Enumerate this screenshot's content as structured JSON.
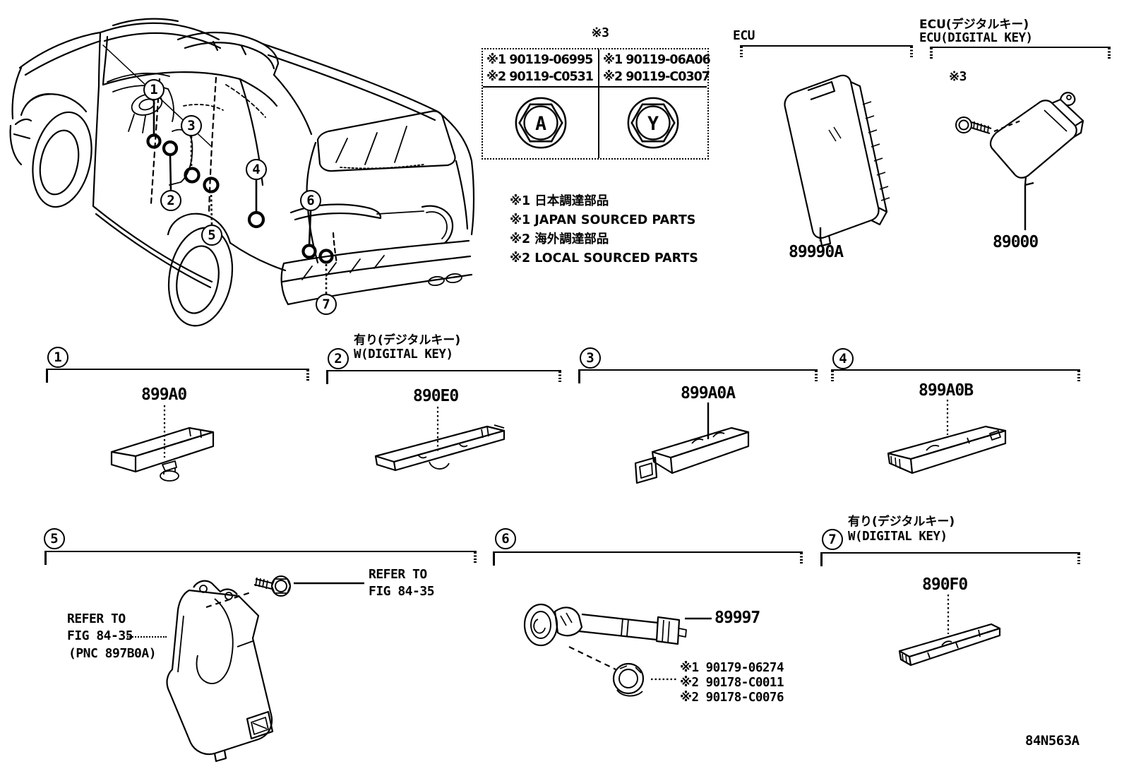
{
  "document": {
    "code": "84N563A"
  },
  "car": {
    "callouts": [
      "1",
      "2",
      "3",
      "4",
      "5",
      "6",
      "7"
    ]
  },
  "fastener_table": {
    "ref": "※3",
    "columns": [
      {
        "line1": "※1 90119-06995",
        "line2": "※2 90119-C0531",
        "bolt_mark": "A"
      },
      {
        "line1": "※1 90119-06A06",
        "line2": "※2 90119-C0307",
        "bolt_mark": "Y"
      }
    ]
  },
  "notes": [
    "※1 日本調達部品",
    "※1 JAPAN SOURCED PARTS",
    "※2 海外調達部品",
    "※2 LOCAL SOURCED PARTS"
  ],
  "ecu": {
    "title": "ECU",
    "part_number": "89990A"
  },
  "ecu_digital_key": {
    "title_jp": "ECU(デジタルキー)",
    "title_en": "ECU(DIGITAL KEY)",
    "screw_ref": "※3",
    "part_number": "89000"
  },
  "sections": {
    "s1": {
      "num": "1",
      "part_number": "899A0"
    },
    "s2": {
      "num": "2",
      "condition_jp": "有り(デジタルキー)",
      "condition_en": "W(DIGITAL KEY)",
      "part_number": "890E0"
    },
    "s3": {
      "num": "3",
      "part_number": "899A0A"
    },
    "s4": {
      "num": "4",
      "part_number": "899A0B"
    },
    "s5": {
      "num": "5",
      "refer_left": [
        "REFER TO",
        "FIG 84-35",
        "(PNC 897B0A)"
      ],
      "refer_right": [
        "REFER TO",
        "FIG 84-35"
      ]
    },
    "s6": {
      "num": "6",
      "part_number": "89997",
      "fasteners": [
        "※1 90179-06274",
        "※2 90178-C0011",
        "※2 90178-C0076"
      ]
    },
    "s7": {
      "num": "7",
      "condition_jp": "有り(デジタルキー)",
      "condition_en": "W(DIGITAL KEY)",
      "part_number": "890F0"
    }
  }
}
